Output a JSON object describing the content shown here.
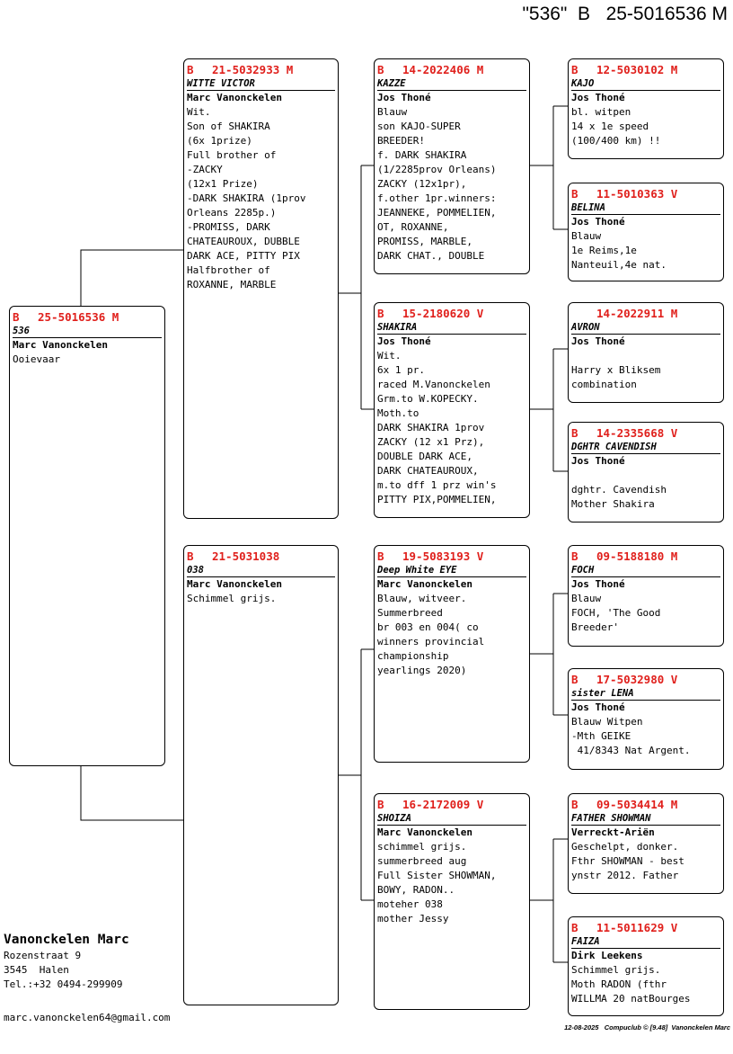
{
  "header": {
    "title": "\"536\"  B   25-5016536 M"
  },
  "pigeons": {
    "subject": {
      "country": "B",
      "ring": "25-5016536 M",
      "name": "536",
      "owner": "Marc Vanonckelen",
      "lines": [
        "Ooievaar"
      ]
    },
    "sire": {
      "country": "B",
      "ring": "21-5032933 M",
      "name": "WITTE VICTOR",
      "owner": "Marc Vanonckelen",
      "lines": [
        "Wit.",
        "Son of SHAKIRA",
        "(6x 1prize)",
        "Full brother of",
        "-ZACKY",
        "(12x1 Prize)",
        "-DARK SHAKIRA (1prov",
        "Orleans 2285p.)",
        "-PROMISS, DARK",
        "CHATEAUROUX, DUBBLE",
        "DARK ACE, PITTY PIX",
        "Halfbrother of",
        "ROXANNE, MARBLE"
      ]
    },
    "dam": {
      "country": "B",
      "ring": "21-5031038",
      "name": "038",
      "owner": "Marc Vanonckelen",
      "lines": [
        "Schimmel grijs."
      ]
    },
    "ss": {
      "country": "B",
      "ring": "14-2022406 M",
      "name": "KAZZE",
      "owner": "Jos Thoné",
      "lines": [
        "Blauw",
        "son KAJO-SUPER",
        "BREEDER!",
        "f. DARK SHAKIRA",
        "(1/2285prov Orleans)",
        "ZACKY (12x1pr),",
        "f.other 1pr.winners:",
        "JEANNEKE, POMMELIEN,",
        "OT, ROXANNE,",
        "PROMISS, MARBLE,",
        "DARK CHAT., DOUBLE"
      ]
    },
    "sd": {
      "country": "B",
      "ring": "15-2180620 V",
      "name": "SHAKIRA",
      "owner": "Jos Thoné",
      "lines": [
        "Wit.",
        "6x 1 pr.",
        "raced M.Vanonckelen",
        "Grm.to W.KOPECKY.",
        "Moth.to",
        "DARK SHAKIRA 1prov",
        "ZACKY (12 x1 Prz),",
        "DOUBLE DARK ACE,",
        "DARK CHATEAUROUX,",
        "m.to dff 1 prz win's",
        "PITTY PIX,POMMELIEN,"
      ]
    },
    "ds": {
      "country": "B",
      "ring": "19-5083193 V",
      "name": "Deep White EYE",
      "owner": "Marc Vanonckelen",
      "lines": [
        "Blauw, witveer.",
        "Summerbreed",
        "br 003 en 004( co",
        "winners provincial",
        "championship",
        "yearlings 2020)"
      ]
    },
    "dd": {
      "country": "B",
      "ring": "16-2172009 V",
      "name": "SHOIZA",
      "owner": "Marc Vanonckelen",
      "lines": [
        "schimmel grijs.",
        "summerbreed aug",
        "Full Sister SHOWMAN,",
        "BOWY, RADON..",
        "moteher 038",
        "mother Jessy"
      ]
    },
    "sss": {
      "country": "B",
      "ring": "12-5030102 M",
      "name": "KAJO",
      "owner": "Jos Thoné",
      "lines": [
        "bl. witpen",
        "14 x 1e speed",
        "(100/400 km) !!"
      ]
    },
    "ssd": {
      "country": "B",
      "ring": "11-5010363 V",
      "name": "BELINA",
      "owner": "Jos Thoné",
      "lines": [
        "Blauw",
        "1e Reims,1e",
        "Nanteuil,4e nat."
      ]
    },
    "sds": {
      "country": "",
      "ring": "14-2022911 M",
      "name": "AVRON",
      "owner": "Jos Thoné",
      "lines": [
        "",
        "Harry x Bliksem",
        "combination"
      ]
    },
    "sdd": {
      "country": "B",
      "ring": "14-2335668 V",
      "name": "DGHTR CAVENDISH",
      "owner": "Jos Thoné",
      "lines": [
        "",
        "dghtr. Cavendish",
        "Mother Shakira"
      ]
    },
    "dss": {
      "country": "B",
      "ring": "09-5188180 M",
      "name": "FOCH",
      "owner": "Jos Thoné",
      "lines": [
        "Blauw",
        "FOCH, 'The Good",
        "Breeder'"
      ]
    },
    "dsd": {
      "country": "B",
      "ring": "17-5032980 V",
      "name": "sister LENA",
      "owner": "Jos Thoné",
      "lines": [
        "Blauw Witpen",
        "-Mth GEIKE",
        " 41/8343 Nat Argent."
      ]
    },
    "dds": {
      "country": "B",
      "ring": "09-5034414 M",
      "name": "FATHER SHOWMAN",
      "owner": "Verreckt-Ariën",
      "lines": [
        "Geschelpt, donker.",
        "Fthr SHOWMAN - best",
        "ynstr 2012. Father"
      ]
    },
    "ddd": {
      "country": "B",
      "ring": "11-5011629 V",
      "name": "FAIZA",
      "owner": "Dirk Leekens",
      "lines": [
        "Schimmel grijs.",
        "Moth RADON (fthr",
        "WILLMA 20 natBourges"
      ]
    }
  },
  "breeder": {
    "name": "Vanonckelen Marc",
    "address1": "Rozenstraat 9",
    "address2": "3545  Halen",
    "phone": "Tel.:+32 0494-299909",
    "email": "marc.vanonckelen64@gmail.com"
  },
  "footer": {
    "text": "12-08-2025   Compuclub © [9.48]  Vanonckelen Marc"
  }
}
